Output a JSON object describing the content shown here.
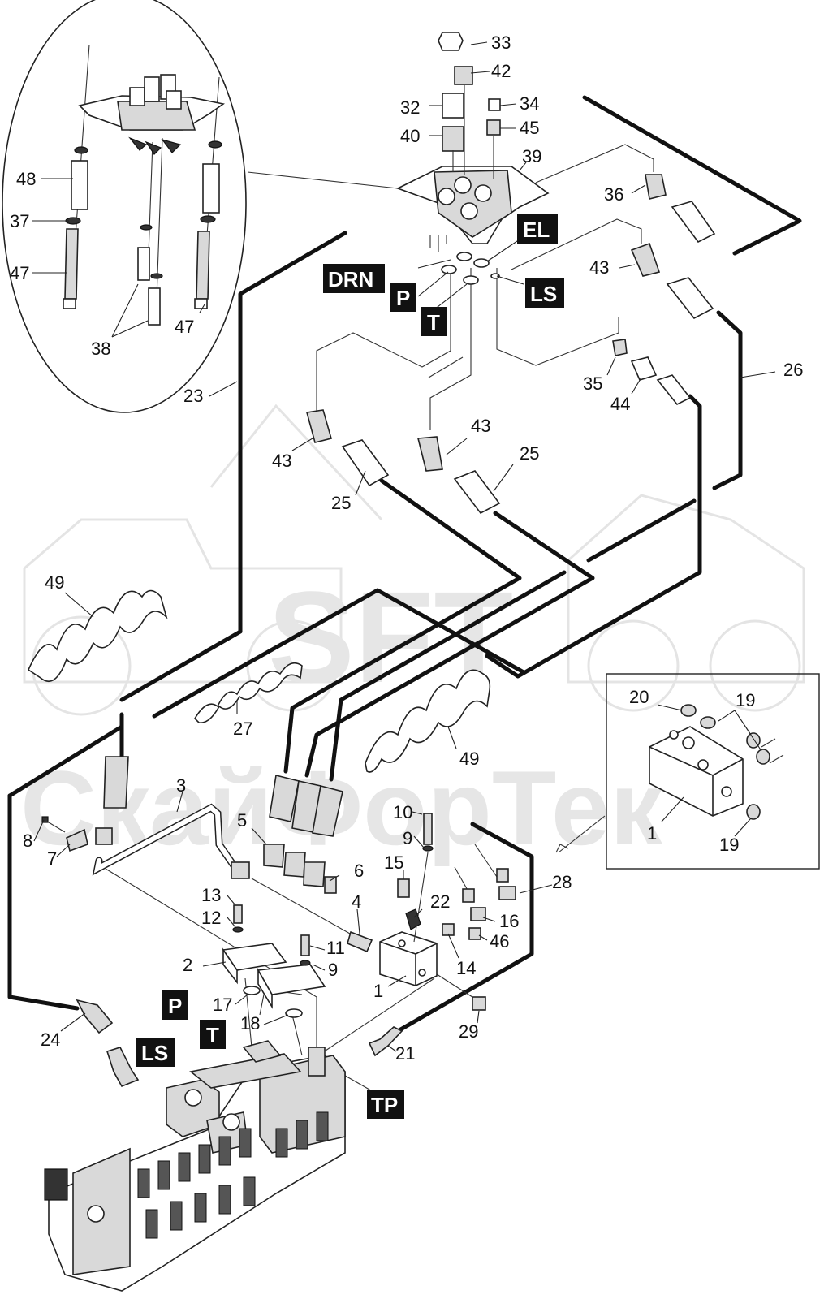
{
  "watermark": {
    "logo_text": "SFT",
    "brand_text": "СкайФорТек"
  },
  "tags": {
    "el": "EL",
    "drn": "DRN",
    "p_top": "P",
    "ls_top": "LS",
    "t_top": "T",
    "p_bottom": "P",
    "t_bottom": "T",
    "ls_bottom": "LS",
    "tp": "TP"
  },
  "callouts": {
    "c33": "33",
    "c42": "42",
    "c32": "32",
    "c34": "34",
    "c40": "40",
    "c45": "45",
    "c39": "39",
    "c36": "36",
    "c43a": "43",
    "c35": "35",
    "c44": "44",
    "c26": "26",
    "c43b": "43",
    "c43c": "43",
    "c25a": "25",
    "c25b": "25",
    "c23": "23",
    "c48": "48",
    "c37": "37",
    "c47a": "47",
    "c38": "38",
    "c47b": "47",
    "c49a": "49",
    "c27": "27",
    "c49b": "49",
    "c3": "3",
    "c5": "5",
    "c8": "8",
    "c7": "7",
    "c6": "6",
    "c4": "4",
    "c13": "13",
    "c12": "12",
    "c11": "11",
    "c9a": "9",
    "c2": "2",
    "c17": "17",
    "c18": "18",
    "c24": "24",
    "c10": "10",
    "c9b": "9",
    "c15": "15",
    "c22": "22",
    "c16": "16",
    "c14": "14",
    "c46": "46",
    "c1": "1",
    "c29": "29",
    "c21": "21",
    "c28": "28",
    "c20": "20",
    "c19a": "19",
    "c1box": "1",
    "c19b": "19"
  },
  "colors": {
    "line": "#111111",
    "tag_bg": "#111111",
    "tag_fg": "#ffffff",
    "watermark": "#e6e6e6"
  }
}
